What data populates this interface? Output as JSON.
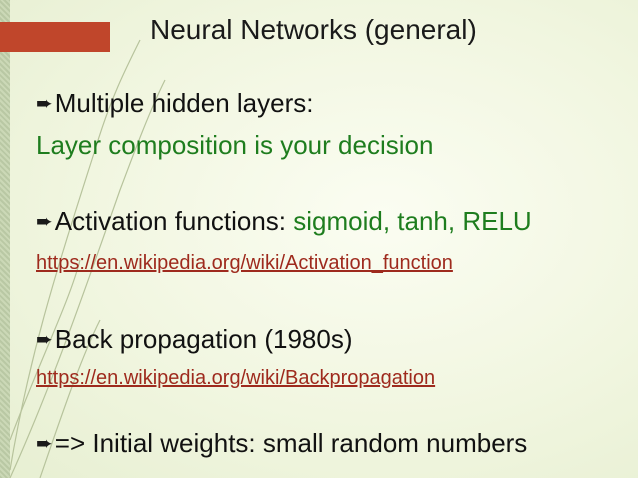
{
  "slide": {
    "title": "Neural Networks (general)",
    "bullets": [
      {
        "text": "Multiple hidden layers:"
      },
      {
        "text": "Activation functions: ",
        "highlight": "sigmoid, tanh, RELU"
      },
      {
        "text": "Back propagation (1980s)"
      },
      {
        "text": "=> Initial weights: small random numbers"
      }
    ],
    "subtext": "Layer composition is your decision",
    "links": [
      "https://en.wikipedia.org/wiki/Activation_function",
      "https://en.wikipedia.org/wiki/Backpropagation"
    ],
    "bullet_glyph": "➨",
    "colors": {
      "accent": "#c0462b",
      "green": "#1e7d1e",
      "link": "#9e2a1d"
    }
  }
}
